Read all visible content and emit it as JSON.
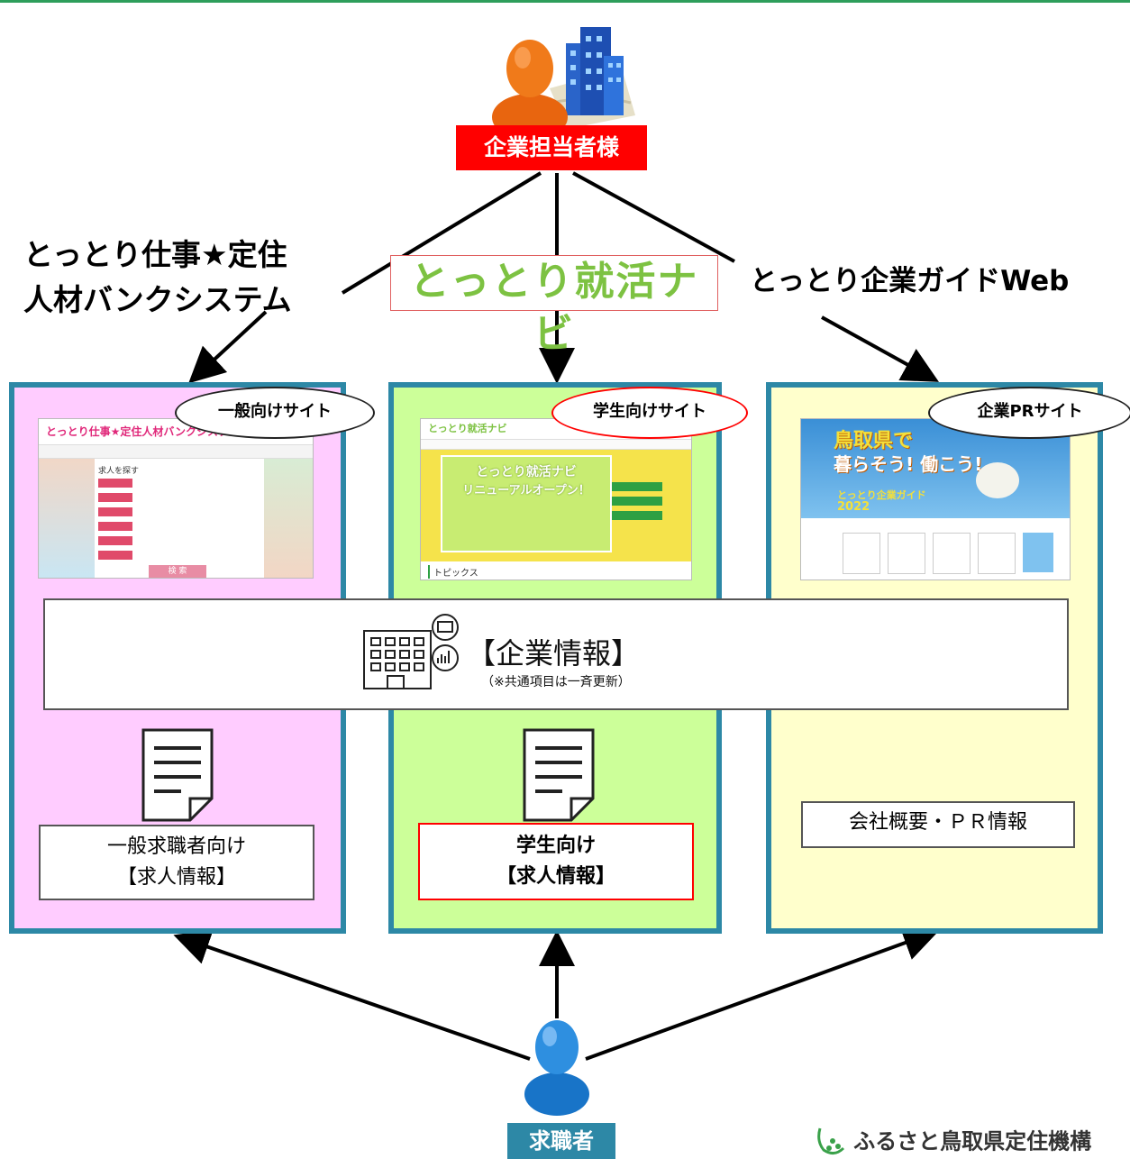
{
  "company_rep": {
    "label": "企業担当者様"
  },
  "job_seeker": {
    "label": "求職者"
  },
  "systems": {
    "left_title_line1": "とっとり仕事★定住",
    "left_title_line2": "人材バンクシステム",
    "center_logo": "とっとり就活ナビ",
    "right_title": "とっとり企業ガイドWeb"
  },
  "panels": [
    {
      "bubble": "一般向けサイト",
      "screenshot_title": "とっとり仕事★定住人材バンクシステム",
      "screenshot_search": "求人を探す",
      "screenshot_button": "検 索",
      "info_line1": "一般求職者向け",
      "info_line2": "【求人情報】"
    },
    {
      "bubble": "学生向けサイト",
      "screenshot_title": "とっとり就活ナビ",
      "screenshot_headline1": "とっとり就活ナビ",
      "screenshot_headline2": "リニューアルオープン！",
      "screenshot_topics": "トピックス",
      "info_line1": "学生向け",
      "info_line2": "【求人情報】"
    },
    {
      "bubble": "企業PRサイト",
      "screenshot_headline1": "鳥取県で",
      "screenshot_headline2": "暮らそう! 働こう!",
      "screenshot_guide": "とっとり企業ガイド",
      "screenshot_year": "2022",
      "info_line1": "会社概要・ＰＲ情報"
    }
  ],
  "company_info": {
    "title": "【企業情報】",
    "note": "（※共通項目は一斉更新）"
  },
  "org_logo": "ふるさと鳥取県定住機構",
  "colors": {
    "panel_border": "#2d88a6",
    "panel_left_bg": "#ffccff",
    "panel_center_bg": "#ccff99",
    "panel_right_bg": "#ffffcc",
    "rep_label_bg": "#ff0000",
    "seeker_label_bg": "#2d88a6",
    "logo_green": "#7dc242"
  }
}
